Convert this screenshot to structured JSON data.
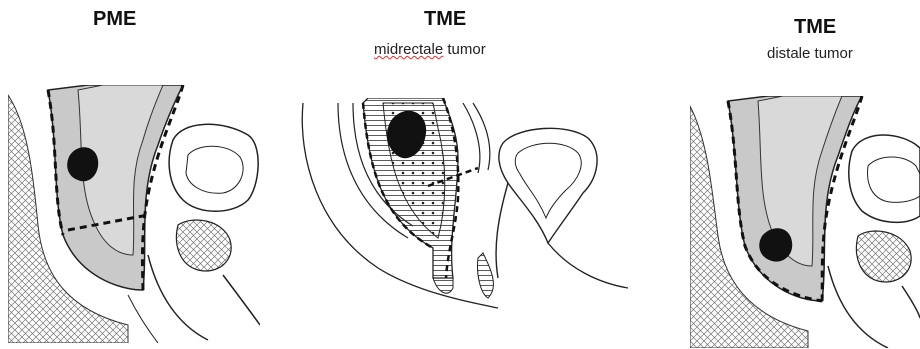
{
  "panels": [
    {
      "title": "PME",
      "subtitle": ""
    },
    {
      "title": "TME",
      "subtitle_misspelled_part": "midrectale",
      "subtitle_rest": " tumor"
    },
    {
      "title": "TME",
      "subtitle": "distale tumor"
    }
  ]
}
